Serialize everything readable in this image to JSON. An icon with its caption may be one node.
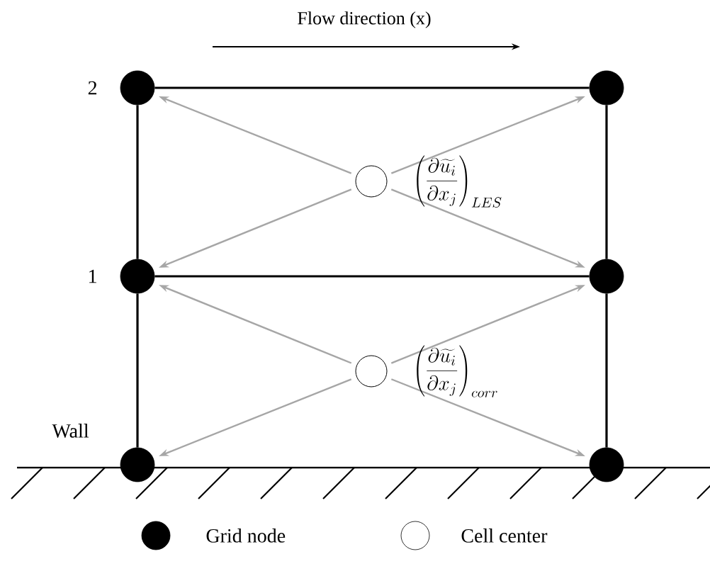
{
  "diagram": {
    "nodes": [
      {
        "text": [],
        "shape": "circle",
        "beside": [
          "2"
        ]
      },
      {
        "text": [],
        "shape": "circle"
      },
      {
        "text": [],
        "shape": "circle",
        "beside": [
          "1"
        ]
      },
      {
        "text": [],
        "shape": "circle"
      },
      {
        "text": [],
        "shape": "circle",
        "beside": [
          "Wall"
        ]
      },
      {
        "text": [],
        "shape": "circle"
      },
      {
        "text": [],
        "shape": "circle",
        "beside": [
          "\\left(\\frac{\\partial \\widetilde{u_i}}{\\partial x_j}\\right)_{LES}"
        ]
      },
      {
        "text": [],
        "shape": "circle",
        "beside": [
          "\\left(\\frac{\\partial \\widetilde{u_i}}{\\partial x_j}\\right)_{corr}"
        ]
      }
    ],
    "edges": [
      {
        "from": 0,
        "to": 1,
        "arrow": "none",
        "color": "#000000"
      },
      {
        "from": 0,
        "to": 2,
        "arrow": "none",
        "color": "#000000"
      },
      {
        "from": 1,
        "to": 3,
        "arrow": "none",
        "color": "#000000"
      },
      {
        "from": 2,
        "to": 3,
        "arrow": "none",
        "color": "#000000"
      },
      {
        "from": 2,
        "to": 4,
        "arrow": "none",
        "color": "#000000"
      },
      {
        "from": 3,
        "to": 5,
        "arrow": "none",
        "color": "#000000"
      },
      {
        "from": 6,
        "to": 0,
        "arrow": "to"
      },
      {
        "from": 6,
        "to": 1,
        "arrow": "to"
      },
      {
        "from": 6,
        "to": 2,
        "arrow": "to"
      },
      {
        "from": 6,
        "to": 3,
        "arrow": "to"
      },
      {
        "from": 7,
        "to": 2,
        "arrow": "to"
      },
      {
        "from": 7,
        "to": 3,
        "arrow": "to"
      },
      {
        "from": 7,
        "to": 4,
        "arrow": "to"
      },
      {
        "from": 7,
        "to": 5,
        "arrow": "to"
      }
    ],
    "labels": [
      "Flow direction (x)"
    ],
    "legend": [
      {
        "text": "Grid node"
      },
      {
        "text": "Cell center"
      }
    ]
  }
}
